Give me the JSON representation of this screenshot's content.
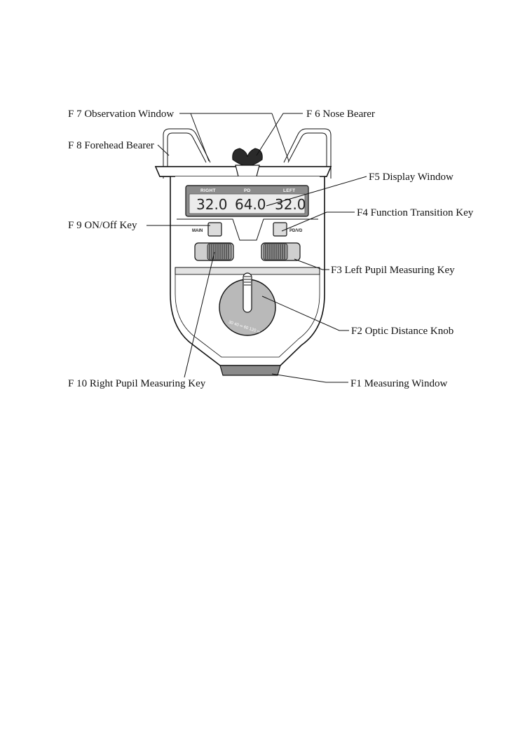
{
  "callouts": {
    "f7": "F 7  Observation Window",
    "f6": "F 6  Nose Bearer",
    "f8": "F 8  Forehead Bearer",
    "f5": "F5  Display Window",
    "f4": "F4  Function Transition Key",
    "f9": "F 9  ON/Off Key",
    "f3": "F3  Left Pupil Measuring Key",
    "f2": "F2  Optic Distance Knob",
    "f10": "F 10  Right Pupil Measuring Key",
    "f1": "F1  Measuring Window"
  },
  "display": {
    "label_right": "RIGHT",
    "label_pd": "PD",
    "label_left": "LEFT",
    "value_right": "32.0",
    "value_pd": "64.0",
    "value_left": "32.0"
  },
  "keys": {
    "main_label": "MAIN",
    "pdvd_label": "PD/VD"
  },
  "knob": {
    "marking": "30 40 ∞ 60 120 ∞"
  },
  "colors": {
    "body_fill": "#ffffff",
    "panel_grey": "#e3e3e3",
    "knob_grey": "#b9b9b9",
    "lcd_bezel": "#8c8c8c",
    "lcd_screen": "#ececec",
    "measuring_window": "#8a8a8a"
  }
}
